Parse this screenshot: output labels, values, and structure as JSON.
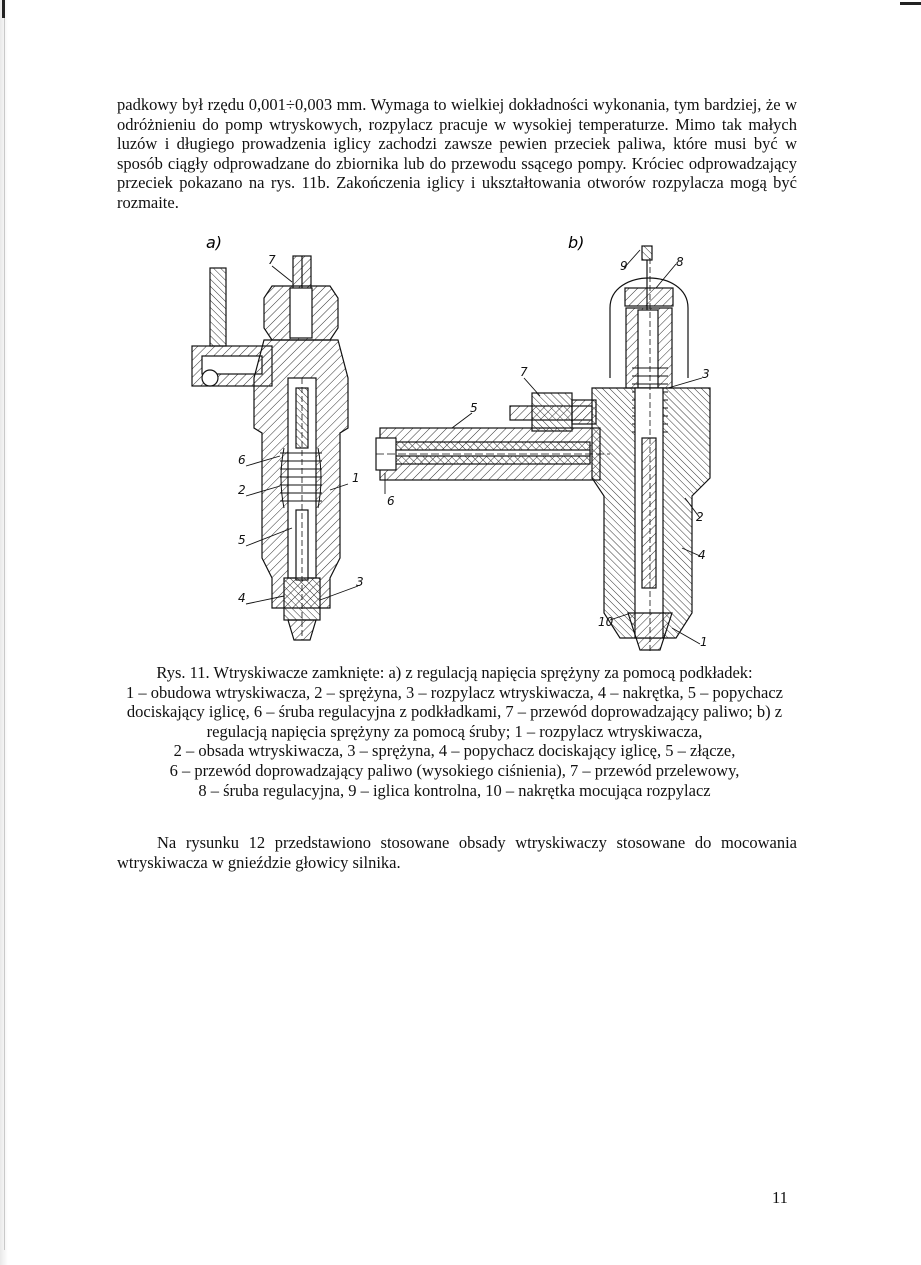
{
  "page": {
    "paragraph_1": "padkowy był rzędu 0,001÷0,003 mm. Wymaga to wielkiej dokładności wykonania, tym bardziej, że w odróżnieniu do pomp wtryskowych, rozpylacz pracuje w wysokiej temperaturze. Mimo tak małych luzów i długiego prowadzenia iglicy zachodzi zawsze pewien przeciek paliwa, które musi być w sposób ciągły odprowadzane do zbiornika lub do przewodu ssącego pompy. Króciec odprowadzający przeciek pokazano na rys. 11b. Zakończenia iglicy i ukształtowania otworów rozpylacza mogą być rozmaite.",
    "caption": {
      "line_1": "Rys. 11. Wtryskiwacze zamknięte: a) z regulacją napięcia sprężyny za pomocą podkładek:",
      "line_2": "1 – obudowa wtryskiwacza, 2 – sprężyna, 3 – rozpylacz wtryskiwacza, 4 – nakrętka, 5 – popychacz dociskający iglicę, 6 – śruba regulacyjna z podkładkami, 7 – przewód doprowadzający paliwo; b) z regulacją napięcia sprężyny za pomocą śruby; 1 – rozpylacz wtryskiwacza,",
      "line_3": "2 – obsada wtryskiwacza, 3 – sprężyna, 4 – popychacz dociskający iglicę, 5 – złącze,",
      "line_4": "6 – przewód doprowadzający paliwo (wysokiego ciśnienia), 7 – przewód przelewowy,",
      "line_5": "8 – śruba regulacyjna, 9 – iglica kontrolna, 10 – nakrętka mocująca rozpylacz"
    },
    "paragraph_2": "Na rysunku 12 przedstawiono stosowane obsady wtryskiwaczy stosowane do mocowania wtryskiwacza w gnieździe głowicy silnika.",
    "page_number": "11"
  },
  "figure": {
    "panel_a_label": "a)",
    "panel_b_label": "b)",
    "panel_a_callouts": [
      "7",
      "6",
      "1",
      "2",
      "5",
      "3",
      "4"
    ],
    "panel_b_callouts": [
      "9",
      "8",
      "7",
      "3",
      "5",
      "6",
      "2",
      "4",
      "10",
      "1"
    ],
    "line_color": "#111111",
    "hatch_color": "#333333"
  }
}
